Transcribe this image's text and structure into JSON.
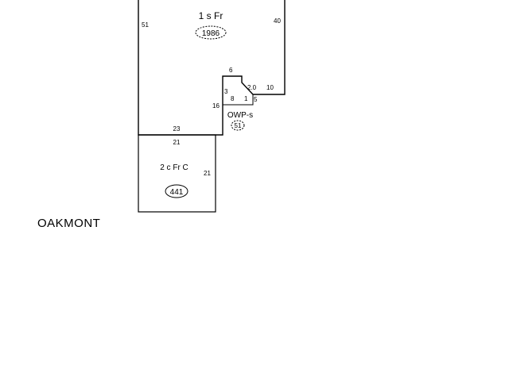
{
  "sketch": {
    "areas": [
      {
        "code": "1 s Fr",
        "sqft": "1986"
      },
      {
        "code": "OWP-s",
        "sqft": "51"
      },
      {
        "code": "2 c Fr C",
        "sqft": "441"
      }
    ],
    "dimensions": {
      "main_left": "51",
      "main_right": "40",
      "notch_top": "6",
      "notch_small_a": "2.0",
      "notch_right_seg": "10",
      "porch_left_a": "3",
      "porch_left_b": "16",
      "porch_inner": "8",
      "porch_one": "1",
      "porch_five": "5",
      "main_bottom": "23",
      "garage_top": "21",
      "garage_right": "21"
    },
    "street_label": "OAKMONT"
  }
}
